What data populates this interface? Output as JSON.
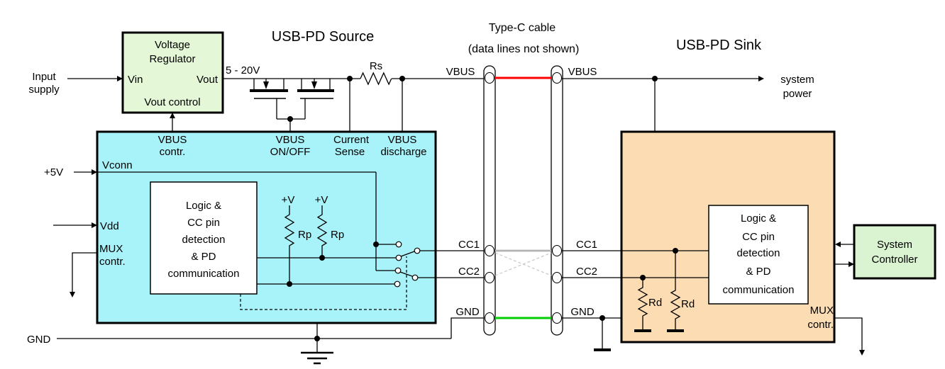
{
  "colors": {
    "source_fill": "#A8F3F9",
    "sink_fill": "#FBDCB3",
    "regulator_fill": "#E4F7D7",
    "controller_fill": "#DAF3D0",
    "vbus_cable": "#FF0000",
    "gnd_cable": "#00CC00",
    "cc_cable": "#B3B3B3"
  },
  "titles": {
    "source": "USB-PD Source",
    "cable": "Type-C cable",
    "cable_note": "(data lines not shown)",
    "sink": "USB-PD Sink"
  },
  "left": {
    "input_supply": [
      "Input",
      "supply"
    ],
    "plus5v": "+5V",
    "gnd": "GND"
  },
  "regulator": {
    "title": [
      "Voltage",
      "Regulator"
    ],
    "vin": "Vin",
    "vout": "Vout",
    "vout_control": "Vout control",
    "v_range": "5 - 20V"
  },
  "source": {
    "vbus_contr": [
      "VBUS",
      "contr."
    ],
    "vbus_onoff": [
      "VBUS",
      "ON/OFF"
    ],
    "current_sense": [
      "Current",
      "Sense"
    ],
    "vbus_discharge": [
      "VBUS",
      "discharge"
    ],
    "rs": "Rs",
    "vconn": "Vconn",
    "vdd": "Vdd",
    "mux": [
      "MUX",
      "contr."
    ],
    "logic": [
      "Logic &",
      "CC pin",
      "detection",
      "& PD",
      "communication"
    ],
    "plus_v": "+V",
    "rp": "Rp"
  },
  "cable": {
    "vbus_left": "VBUS",
    "vbus_right": "VBUS",
    "cc1_left": "CC1",
    "cc1_right": "CC1",
    "cc2_left": "CC2",
    "cc2_right": "CC2",
    "gnd_left": "GND",
    "gnd_right": "GND"
  },
  "sink": {
    "system_power": [
      "system",
      "power"
    ],
    "logic": [
      "Logic &",
      "CC pin",
      "detection",
      "& PD",
      "communication"
    ],
    "rd": "Rd",
    "mux": [
      "MUX",
      "contr."
    ]
  },
  "system_controller": {
    "title": [
      "System",
      "Controller"
    ]
  }
}
